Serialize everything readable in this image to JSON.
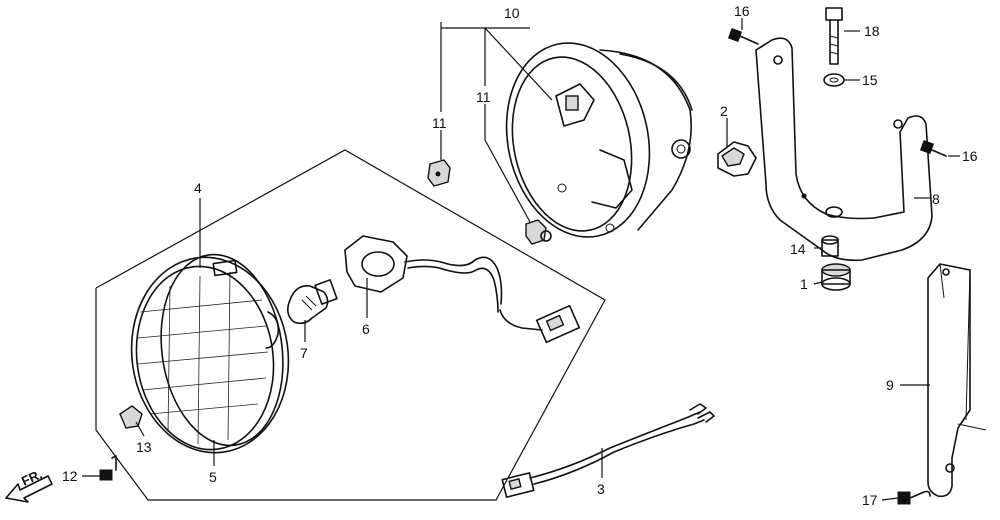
{
  "diagram": {
    "front_indicator": "FR.",
    "callouts": {
      "c1": "1",
      "c2": "2",
      "c3": "3",
      "c4": "4",
      "c5": "5",
      "c6": "6",
      "c7": "7",
      "c8": "8",
      "c9": "9",
      "c10": "10",
      "c11a": "11",
      "c11b": "11",
      "c12": "12",
      "c13": "13",
      "c14": "14",
      "c15": "15",
      "c16a": "16",
      "c16b": "16",
      "c17": "17",
      "c18": "18"
    }
  }
}
